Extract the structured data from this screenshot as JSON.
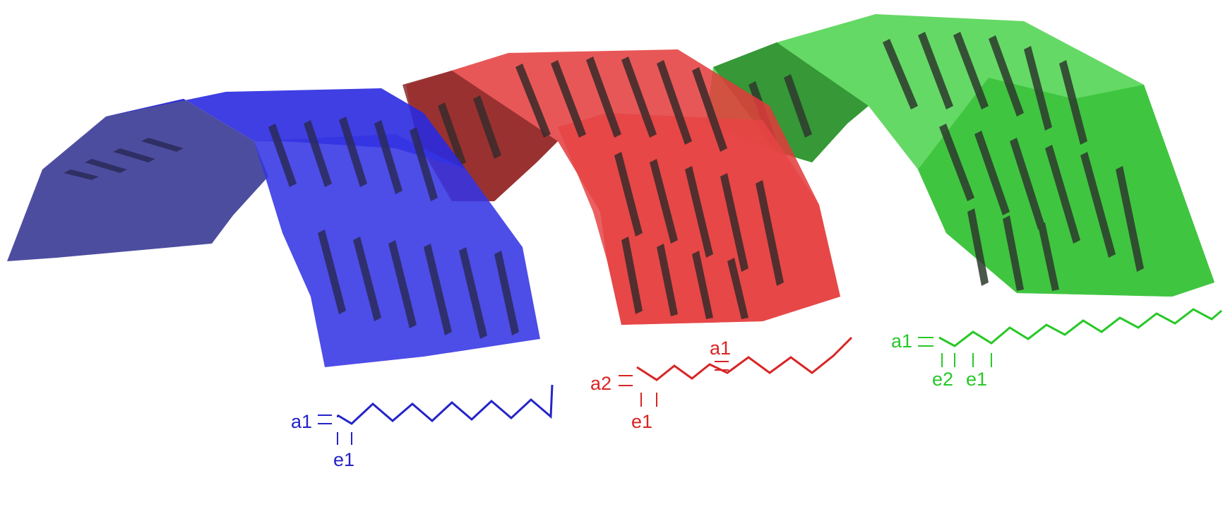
{
  "colors": {
    "blue": "#2424d8",
    "red": "#e02828",
    "green": "#28c828",
    "blue_face": "#3a3ae8",
    "red_face": "#e84040",
    "green_face": "#44d044",
    "slit": "#3a3a3a",
    "background": "#ffffff"
  },
  "models": [
    {
      "color": "blue",
      "labels": {
        "a1": "a1",
        "e1": "e1"
      }
    },
    {
      "color": "red",
      "labels": {
        "a2": "a2",
        "e1": "e1",
        "a1": "a1"
      }
    },
    {
      "color": "green",
      "labels": {
        "a1": "a1",
        "e2": "e2",
        "e1": "e1"
      }
    }
  ]
}
